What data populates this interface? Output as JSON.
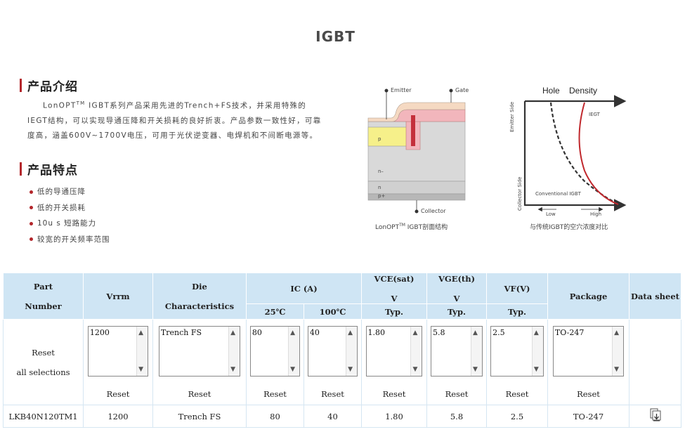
{
  "page": {
    "title": "IGBT"
  },
  "intro": {
    "heading": "产品介绍",
    "brand": "LonOPT",
    "tm": "TM",
    "body": " IGBT系列产品采用先进的Trench+FS技术，并采用特殊的IEGT结构，可以实现导通压降和开关损耗的良好折衷。产品参数一致性好，可靠度高，涵盖600V~1700V电压，可用于光伏逆变器、电焊机和不间断电源等。"
  },
  "features": {
    "heading": "产品特点",
    "items": [
      "低的导通压降",
      "低的开关损耗",
      "10u s 短路能力",
      "较宽的开关频率范围"
    ]
  },
  "cross_section": {
    "emitter": "Emitter",
    "gate": "Gate",
    "collector": "Collector",
    "layer_p": "p",
    "layer_n_minus": "n–",
    "layer_n": "n",
    "layer_p_plus": "p+",
    "caption_brand": "LonOPT",
    "caption_tm": "TM",
    "caption_rest": " IGBT剖面结构",
    "colors": {
      "top": "#f5d9c2",
      "pink": "#f2b6bc",
      "gate": "#c4303b",
      "p": "#f6f08a",
      "body": "#d9d9d9",
      "n": "#d0d0d0",
      "p_plus": "#b7b7b7"
    }
  },
  "hole_density": {
    "title_hole": "Hole",
    "title_density": "Density",
    "emitter_side": "Emitter Side",
    "collector_side": "Collector Side",
    "iegt": "IEGT",
    "conventional": "Conventional  IGBT",
    "low": "Low",
    "high": "High",
    "caption": "与传统IGBT的空穴浓度对比",
    "colors": {
      "iegt": "#c0282d",
      "conventional": "#333333"
    }
  },
  "table": {
    "headers": {
      "part_number_1": "Part",
      "part_number_2": "Number",
      "vrrm": "Vrrm",
      "die_1": "Die",
      "die_2": "Characteristics",
      "ic": "IC (A)",
      "ic_25": "25℃",
      "ic_100": "100℃",
      "vce_1": "VCE(sat)",
      "vce_2": "V",
      "vce_typ": "Typ.",
      "vge_1": "VGE(th)",
      "vge_2": "V",
      "vge_typ": "Typ.",
      "vf": "VF(V)",
      "vf_typ": "Typ.",
      "package": "Package",
      "datasheet": "Data sheet"
    },
    "reset_all_1": "Reset",
    "reset_all_2": "all selections",
    "filters": {
      "vrrm": "1200",
      "die": "Trench FS",
      "ic25": "80",
      "ic100": "40",
      "vce": "1.80",
      "vge": "5.8",
      "vf": "2.5",
      "package": "TO-247"
    },
    "reset_label": "Reset",
    "row": {
      "part": "LKB40N120TM1",
      "vrrm": "1200",
      "die": "Trench FS",
      "ic25": "80",
      "ic100": "40",
      "vce": "1.80",
      "vge": "5.8",
      "vf": "2.5",
      "package": "TO-247",
      "datasheet_icon": "download-document-icon"
    },
    "colors": {
      "header_bg": "#cfe5f4",
      "accent": "#b3262b"
    }
  }
}
